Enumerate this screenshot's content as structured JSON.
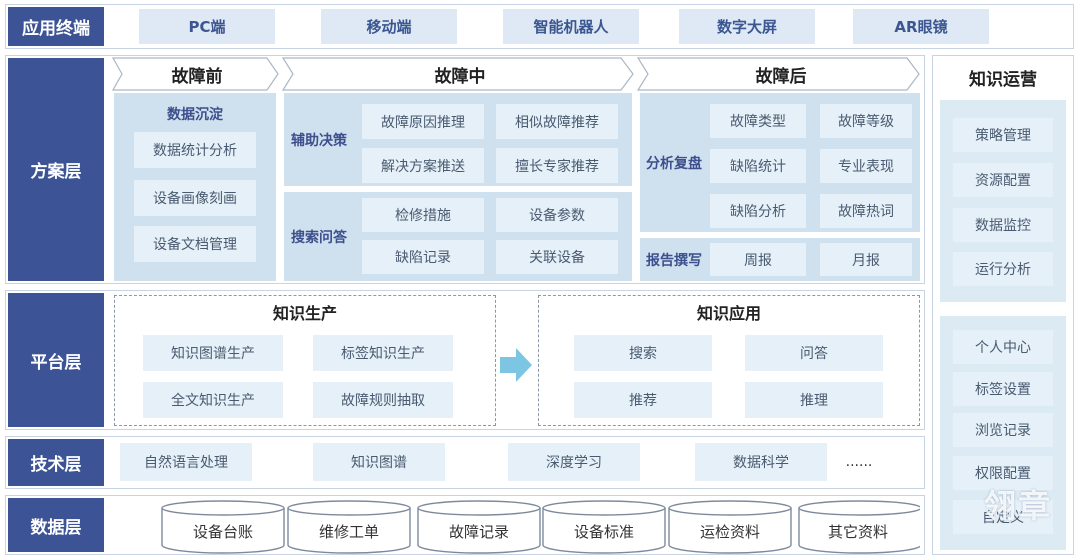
{
  "terminal": {
    "label": "应用终端",
    "items": [
      "PC端",
      "移动端",
      "智能机器人",
      "数字大屏",
      "AR眼镜"
    ]
  },
  "solution": {
    "label": "方案层",
    "before": {
      "title": "故障前",
      "section": "数据沉淀",
      "items": [
        "数据统计分析",
        "设备画像刻画",
        "设备文档管理"
      ]
    },
    "during": {
      "title": "故障中",
      "decision": {
        "label": "辅助决策",
        "items": [
          "故障原因推理",
          "相似故障推荐",
          "解决方案推送",
          "擅长专家推荐"
        ]
      },
      "qa": {
        "label": "搜索问答",
        "items": [
          "检修措施",
          "设备参数",
          "缺陷记录",
          "关联设备"
        ]
      }
    },
    "after": {
      "title": "故障后",
      "review": {
        "label": "分析复盘",
        "items": [
          "故障类型",
          "故障等级",
          "缺陷统计",
          "专业表现",
          "缺陷分析",
          "故障热词"
        ]
      },
      "report": {
        "label": "报告撰写",
        "items": [
          "周报",
          "月报"
        ]
      }
    }
  },
  "platform": {
    "label": "平台层",
    "production": {
      "title": "知识生产",
      "items": [
        "知识图谱生产",
        "标签知识生产",
        "全文知识生产",
        "故障规则抽取"
      ]
    },
    "application": {
      "title": "知识应用",
      "items": [
        "搜索",
        "问答",
        "推荐",
        "推理"
      ]
    }
  },
  "tech": {
    "label": "技术层",
    "items": [
      "自然语言处理",
      "知识图谱",
      "深度学习",
      "数据科学"
    ],
    "ellipsis": "......"
  },
  "data": {
    "label": "数据层",
    "items": [
      "设备台账",
      "维修工单",
      "故障记录",
      "设备标准",
      "运检资料",
      "其它资料"
    ]
  },
  "operations": {
    "title": "知识运营",
    "group1": [
      "策略管理",
      "资源配置",
      "数据监控",
      "运行分析"
    ],
    "group2": [
      "个人中心",
      "标签设置",
      "浏览记录",
      "权限配置",
      "自定义"
    ]
  },
  "watermark": "翎章",
  "colors": {
    "layer": "#3c5496",
    "panel": "#cfe1ee",
    "chip": "#e5f0f8",
    "arrow": "#7cc6e3"
  }
}
